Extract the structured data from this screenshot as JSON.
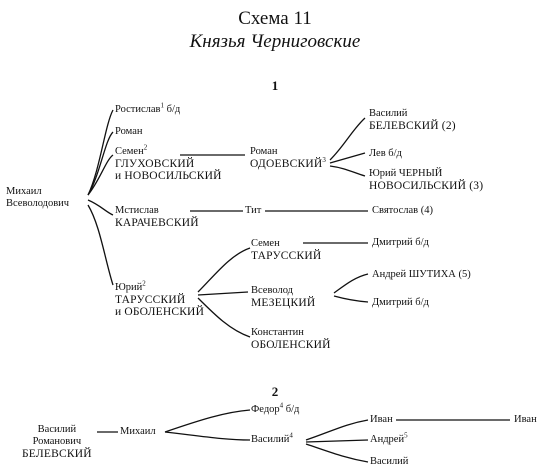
{
  "title": "Схема 11",
  "subtitle": "Князья Черниговские",
  "section1": {
    "number": "1",
    "root": {
      "line1": "Михаил",
      "line2": "Всеволодович"
    },
    "rostislav": {
      "name": "Ростислав",
      "sup": "1",
      "note": " б/д"
    },
    "roman": {
      "name": "Роман"
    },
    "semen": {
      "name": "Семен",
      "sup": "2",
      "line2": "ГЛУХОВСКИЙ",
      "line3": "и НОВОСИЛЬСКИЙ"
    },
    "mstislav": {
      "name": "Мстислав",
      "line2": "КАРАЧЕВСКИЙ"
    },
    "yuri": {
      "name": "Юрий",
      "sup": "2",
      "line2": "ТАРУССКИЙ",
      "line3": "и ОБОЛЕНСКИЙ"
    },
    "roman_odoevsky": {
      "name": "Роман",
      "line2": "ОДОЕВСКИЙ",
      "sup": "3"
    },
    "vasily_belevsky": {
      "name": "Василий",
      "line2": "БЕЛЕВСКИЙ (2)"
    },
    "lev": {
      "name": "Лев б/д"
    },
    "yuri_cherny": {
      "name": "Юрий ЧЕРНЫЙ",
      "line2": "НОВОСИЛЬСКИЙ (3)"
    },
    "tit": {
      "name": "Тит"
    },
    "svyatoslav": {
      "name": "Святослав (4)"
    },
    "semen_tarussky": {
      "name": "Семен",
      "line2": "ТАРУССКИЙ"
    },
    "dmitry1": {
      "name": "Дмитрий б/д"
    },
    "vsevolod": {
      "name": "Всеволод",
      "line2": "МЕЗЕЦКИЙ"
    },
    "andrey_shutikha": {
      "name": "Андрей ШУТИХА (5)"
    },
    "dmitry2": {
      "name": "Дмитрий б/д"
    },
    "konstantin": {
      "name": "Константин",
      "line2": "ОБОЛЕНСКИЙ"
    }
  },
  "section2": {
    "number": "2",
    "root": {
      "line1": "Василий",
      "line2": "Романович",
      "line3": "БЕЛЕВСКИЙ"
    },
    "mikhail": {
      "name": "Михаил"
    },
    "fedor": {
      "name": "Федор",
      "sup": "4",
      "note": " б/д"
    },
    "vasily": {
      "name": "Василий",
      "sup": "4"
    },
    "ivan1": {
      "name": "Иван"
    },
    "ivan2": {
      "name": "Иван"
    },
    "andrey": {
      "name": "Андрей",
      "sup": "5"
    },
    "vasily2": {
      "name": "Василий"
    }
  }
}
